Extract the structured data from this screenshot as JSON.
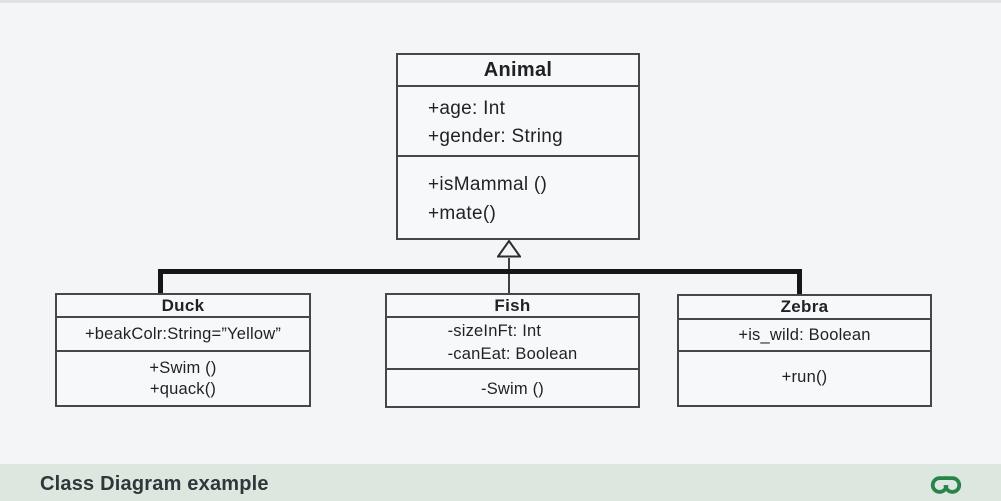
{
  "diagram_title": "Class Diagram example",
  "classes": {
    "animal": {
      "name": "Animal",
      "attributes": [
        "+age: Int",
        "+gender: String"
      ],
      "methods": [
        "+isMammal ()",
        "+mate()"
      ]
    },
    "duck": {
      "name": "Duck",
      "attributes": [
        "+beakColr:String=”Yellow”"
      ],
      "methods": [
        "+Swim ()",
        "+quack()"
      ]
    },
    "fish": {
      "name": "Fish",
      "attributes": [
        "-sizeInFt: Int",
        "-canEat: Boolean"
      ],
      "methods": [
        "-Swim ()"
      ]
    },
    "zebra": {
      "name": "Zebra",
      "attributes": [
        "+is_wild: Boolean"
      ],
      "methods": [
        "+run()"
      ]
    }
  },
  "relationships": [
    {
      "type": "inheritance",
      "parent": "Animal",
      "children": [
        "Duck",
        "Fish",
        "Zebra"
      ]
    }
  ],
  "footer": {
    "caption": "Class Diagram example",
    "logo": "geeksforgeeks-logo",
    "colors": {
      "bar_bg": "#dce7e0",
      "logo_green": "#2b8447",
      "text": "#31363a"
    }
  },
  "colors": {
    "background": "#f3f5f6",
    "box_fill": "#f6f8f9",
    "box_border": "#43484c",
    "connector": "#141619"
  }
}
